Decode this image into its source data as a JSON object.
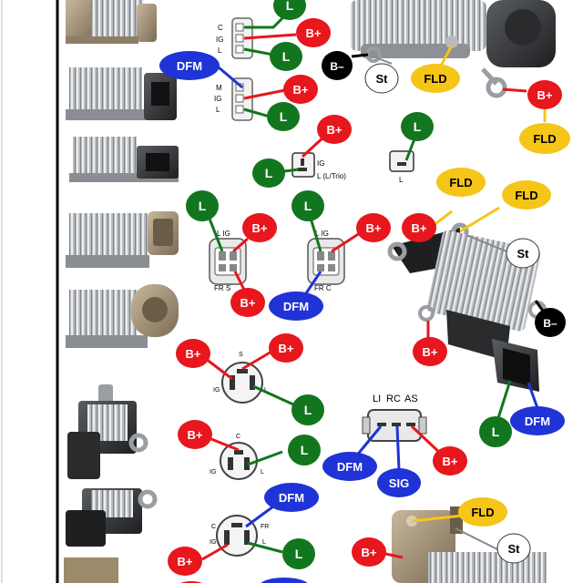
{
  "colors": {
    "b_plus": "#e8161d",
    "l": "#12761e",
    "dfm": "#1f33d6",
    "fld": "#f5c518",
    "st": "#ffffff",
    "b_minus": "#000000",
    "sig": "#1f33d6",
    "wire": "#333333"
  },
  "labels": {
    "b_plus": "B+",
    "l": "L",
    "dfm": "DFM",
    "fld": "FLD",
    "st": "St",
    "b_minus": "B–",
    "sig": "SIG"
  },
  "pins": {
    "c": "C",
    "ig": "IG",
    "l": "L",
    "m": "M",
    "s": "S",
    "fr": "FR",
    "l_ig": "L IG",
    "fr_s": "FR S",
    "fr_c": "FR C",
    "li": "LI",
    "rc": "RC",
    "as": "AS",
    "l_trio": "L (L/Trio)"
  }
}
